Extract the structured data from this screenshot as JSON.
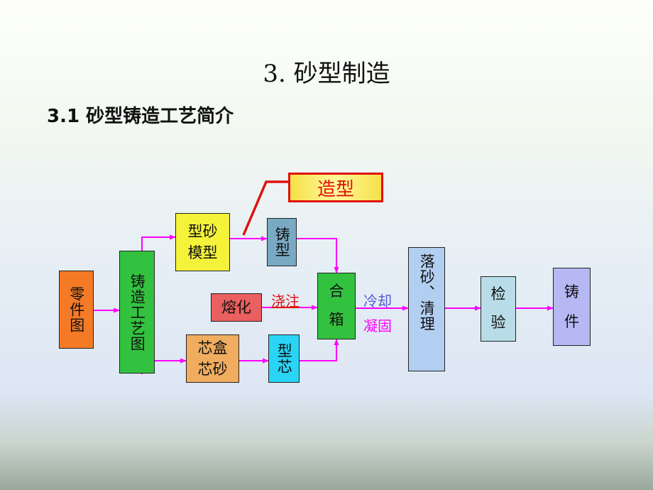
{
  "title": "3.  砂型制造",
  "subtitle": "3.1 砂型铸造工艺简介",
  "diagram": {
    "callout": "造型",
    "nodes": {
      "part_drawing": "零件图",
      "process_drawing": "铸造工艺图",
      "molding_sand_pattern": [
        "型砂",
        "模型"
      ],
      "mold": "铸型",
      "melting": "熔化",
      "core_box_sand": [
        "芯盒",
        "芯砂"
      ],
      "core": "型芯",
      "assembly": [
        "合",
        "箱"
      ],
      "shakeout_cleaning": "落砂、清理",
      "inspection": [
        "检",
        "验"
      ],
      "casting": [
        "铸",
        "件"
      ]
    },
    "edge_labels": {
      "pouring": "浇注",
      "cooling": "冷却",
      "solidification": "凝固"
    },
    "colors": {
      "part_drawing": "#f57a26",
      "process_drawing": "#33c23f",
      "molding_sand_pattern": "#f5f23a",
      "mold": "#78aac4",
      "melting": "#ea5f5f",
      "core_box_sand": "#f0ad60",
      "core": "#2ad4f5",
      "assembly": "#33c23f",
      "shakeout_cleaning": "#b2cff1",
      "inspection": "#b8dde8",
      "casting": "#b6b8f4",
      "arrow": "#ff00ff",
      "pouring": "#e01010",
      "cooling": "#5555dd",
      "solidification": "#ff00ff"
    }
  }
}
